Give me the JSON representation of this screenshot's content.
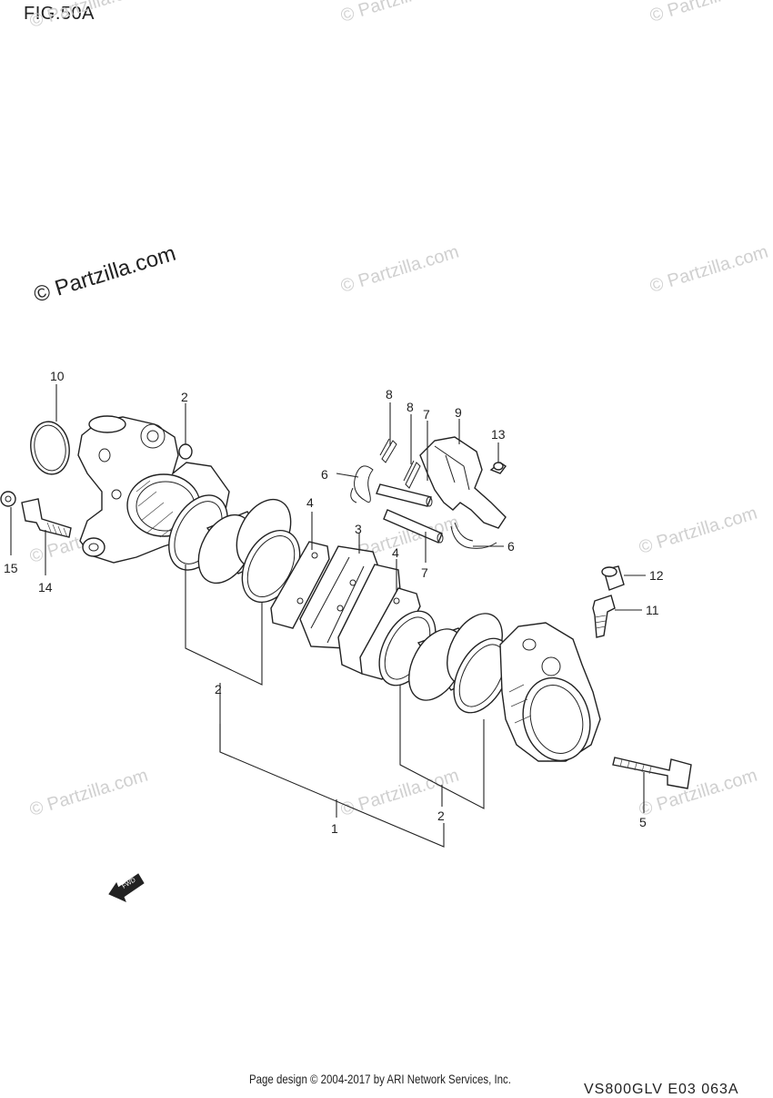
{
  "figure": {
    "title": "FIG.50A"
  },
  "watermarks": {
    "main": "© Partzilla.com",
    "faint": "© Partzilla.com"
  },
  "callouts": {
    "c1": "1",
    "c2a": "2",
    "c2b": "2",
    "c2c": "2",
    "c3": "3",
    "c4a": "4",
    "c4b": "4",
    "c5": "5",
    "c6a": "6",
    "c6b": "6",
    "c7a": "7",
    "c7b": "7",
    "c8a": "8",
    "c8b": "8",
    "c9": "9",
    "c10": "10",
    "c11": "11",
    "c12": "12",
    "c13": "13",
    "c14": "14",
    "c15": "15"
  },
  "arrow": {
    "label": "FWD"
  },
  "footer": {
    "credit": "Page design © 2004-2017 by ARI Network Services, Inc.",
    "code": "VS800GLV E03 063A"
  }
}
